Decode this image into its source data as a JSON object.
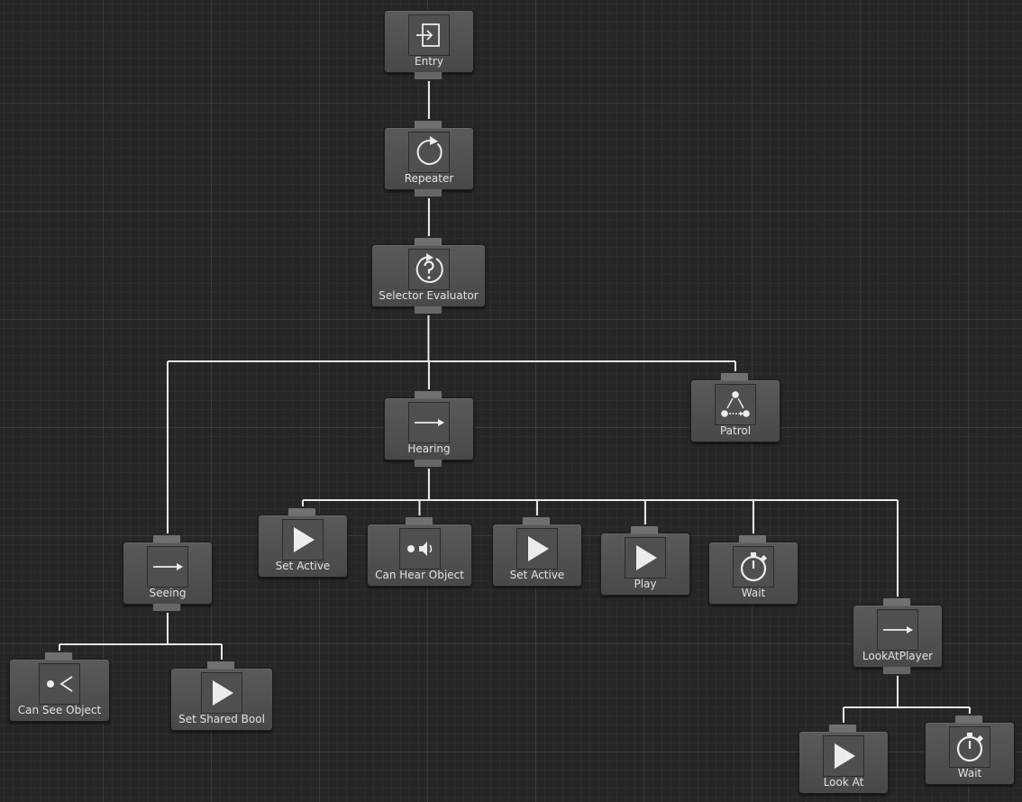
{
  "nodes": [
    {
      "id": "entry",
      "name": "node-entry",
      "label": "Entry",
      "icon": "entry-icon"
    },
    {
      "id": "repeater",
      "name": "node-repeater",
      "label": "Repeater",
      "icon": "repeat-icon"
    },
    {
      "id": "selector",
      "name": "node-selector-evaluator",
      "label": "Selector Evaluator",
      "icon": "question-icon"
    },
    {
      "id": "hearing",
      "name": "node-hearing",
      "label": "Hearing",
      "icon": "arrow-right-icon"
    },
    {
      "id": "patrol",
      "name": "node-patrol",
      "label": "Patrol",
      "icon": "patrol-icon"
    },
    {
      "id": "seeing",
      "name": "node-seeing",
      "label": "Seeing",
      "icon": "arrow-right-icon"
    },
    {
      "id": "setactive1",
      "name": "node-set-active",
      "label": "Set Active",
      "icon": "play-icon"
    },
    {
      "id": "canhear",
      "name": "node-can-hear-object",
      "label": "Can Hear Object",
      "icon": "hear-icon"
    },
    {
      "id": "setactive2",
      "name": "node-set-active-2",
      "label": "Set Active",
      "icon": "play-icon"
    },
    {
      "id": "play",
      "name": "node-play",
      "label": "Play",
      "icon": "play-icon"
    },
    {
      "id": "wait1",
      "name": "node-wait",
      "label": "Wait",
      "icon": "stopwatch-icon"
    },
    {
      "id": "lookatplayer",
      "name": "node-look-at-player",
      "label": "LookAtPlayer",
      "icon": "arrow-right-icon"
    },
    {
      "id": "cansee",
      "name": "node-can-see-object",
      "label": "Can See Object",
      "icon": "eye-icon"
    },
    {
      "id": "setsharedbool",
      "name": "node-set-shared-bool",
      "label": "Set Shared Bool",
      "icon": "play-icon"
    },
    {
      "id": "lookat",
      "name": "node-look-at",
      "label": "Look At",
      "icon": "play-icon"
    },
    {
      "id": "wait2",
      "name": "node-wait-2",
      "label": "Wait",
      "icon": "stopwatch-icon"
    }
  ],
  "links": [
    {
      "parent": "entry",
      "children": [
        "repeater"
      ]
    },
    {
      "parent": "repeater",
      "children": [
        "selector"
      ]
    },
    {
      "parent": "selector",
      "children": [
        "seeing",
        "hearing",
        "patrol"
      ]
    },
    {
      "parent": "hearing",
      "children": [
        "setactive1",
        "canhear",
        "setactive2",
        "play",
        "wait1",
        "lookatplayer"
      ]
    },
    {
      "parent": "seeing",
      "children": [
        "cansee",
        "setsharedbool"
      ]
    },
    {
      "parent": "lookatplayer",
      "children": [
        "lookat",
        "wait2"
      ]
    }
  ]
}
